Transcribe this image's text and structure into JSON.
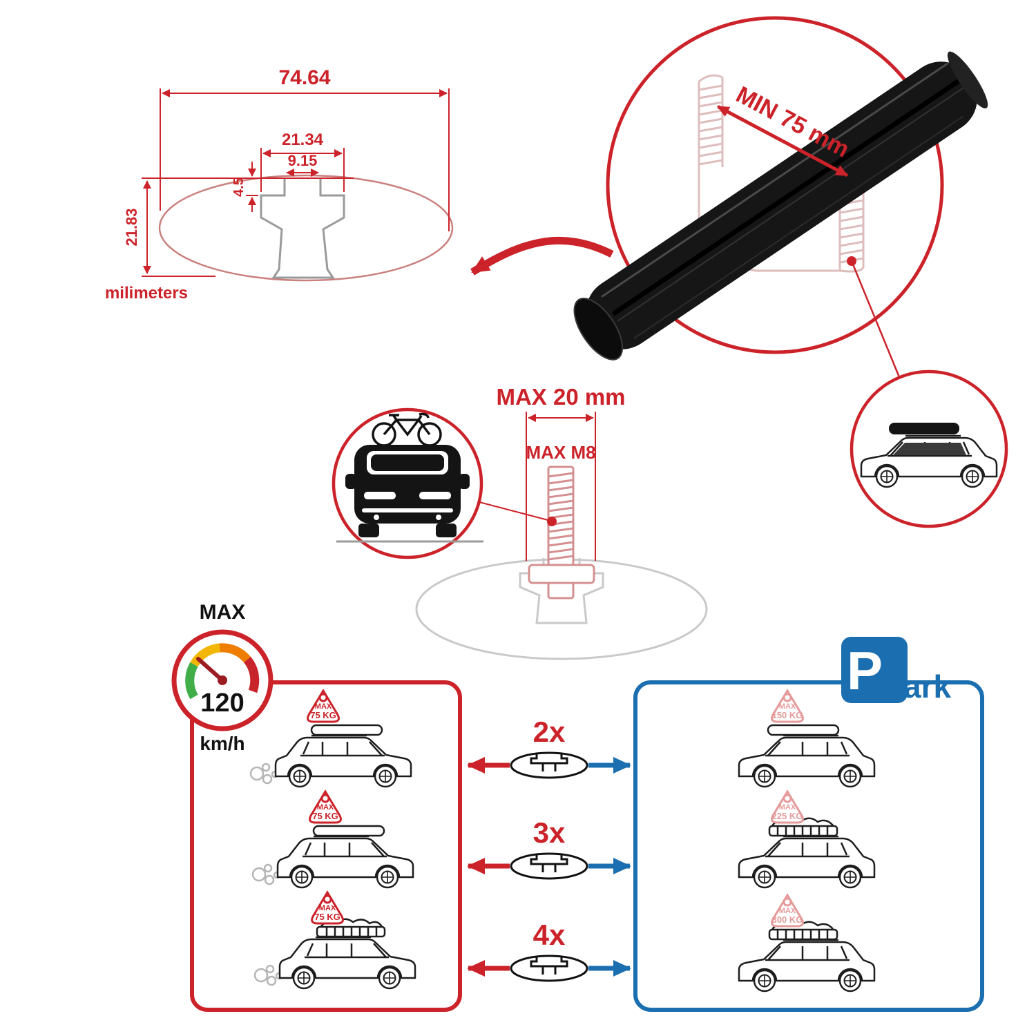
{
  "colors": {
    "accent_red": "#cc2229",
    "accent_blue": "#1b6fb0",
    "ghost_pink": "#debdbd",
    "ghost_gray": "#c9c9c9",
    "tag_pink": "#e59a9a",
    "bar_black": "#161616"
  },
  "dimension_diagram": {
    "total_width": "74.64",
    "channel_width": "21.34",
    "slot_width": "9.15",
    "step_depth": "4.5",
    "total_height": "21.83",
    "units": "milimeters"
  },
  "bar_detail": {
    "min_span": "MIN 75 mm"
  },
  "bolt": {
    "max_width": "MAX 20 mm",
    "max_thread": "MAX M8"
  },
  "speed_gauge": {
    "label": "MAX",
    "value": "120",
    "units": "km/h"
  },
  "park_sign": {
    "letter": "P",
    "suffix": "ark"
  },
  "labels": {
    "max": "MAX"
  },
  "rows": [
    {
      "qty": "2x",
      "drive_kg": "75 KG",
      "park_kg": "150 KG"
    },
    {
      "qty": "3x",
      "drive_kg": "75 KG",
      "park_kg": "225 KG"
    },
    {
      "qty": "4x",
      "drive_kg": "75 KG",
      "park_kg": "300 KG"
    }
  ]
}
